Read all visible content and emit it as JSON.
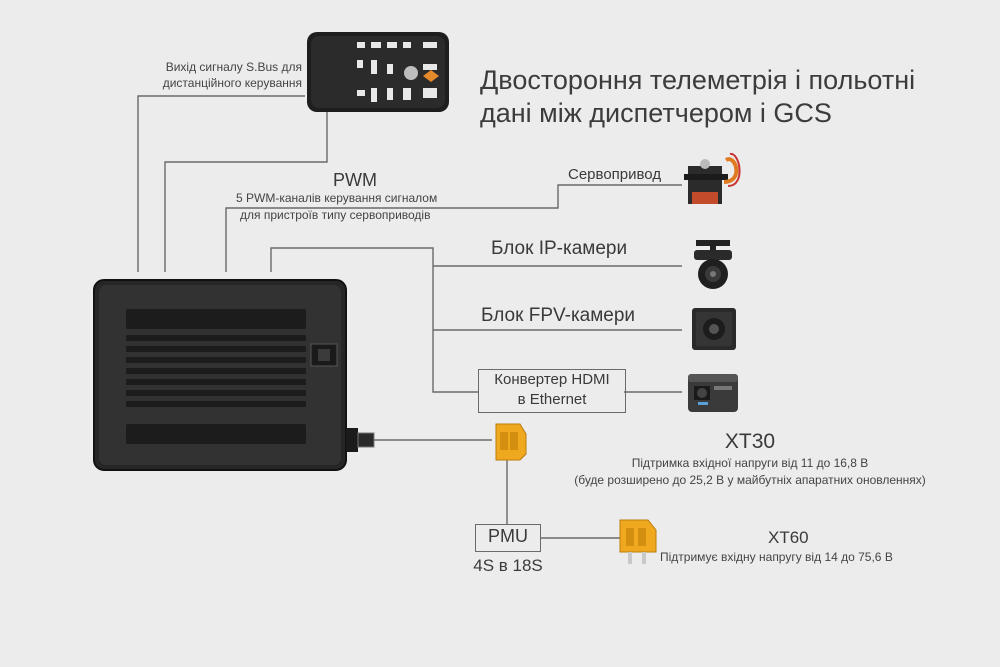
{
  "title": {
    "line1": "Двостороння телеметрія і польотні",
    "line2": "дані між диспетчером і GCS"
  },
  "sbus": {
    "line1": "Вихід сигналу S.Bus для",
    "line2": "дистанційного керування"
  },
  "pixhawk_logo": "pixhawk",
  "pwm": {
    "title": "PWM",
    "line1": "5 PWM-каналів керування сигналом",
    "line2": "для пристроїв типу сервоприводів"
  },
  "servo": {
    "label": "Сервопривод"
  },
  "ip_camera": {
    "label": "Блок IP-камери"
  },
  "fpv_camera": {
    "label": "Блок FPV-камери"
  },
  "hdmi": {
    "line1": "Конвертер HDMI",
    "line2": "в Ethernet"
  },
  "xt30": {
    "title": "XT30",
    "line1": "Підтримка вхідної напруги від 11 до 16,8 В",
    "line2": "(буде розширено до 25,2 В у майбутніх апаратних оновленнях)"
  },
  "pmu": {
    "label": "PMU",
    "range": "4S в 18S"
  },
  "xt60": {
    "title": "XT60",
    "line1": "Підтримує вхідну напругу від 14 до 75,6 В"
  },
  "colors": {
    "line": "#6a6a6a",
    "connector_yellow": "#f0a81e",
    "device_dark": "#2e2e2e"
  }
}
